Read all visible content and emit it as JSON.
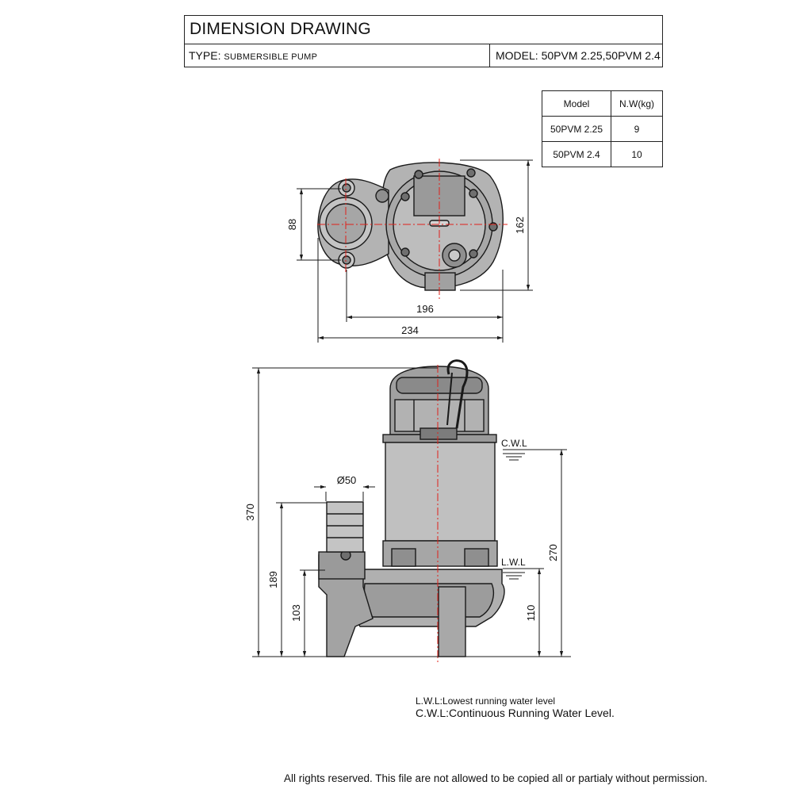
{
  "header": {
    "title": "DIMENSION DRAWING",
    "type_label": "TYPE:",
    "type_value": "SUBMERSIBLE PUMP",
    "model": "MODEL: 50PVM 2.25,50PVM 2.4"
  },
  "weight_table": {
    "headers": [
      "Model",
      "N.W(kg)"
    ],
    "rows": [
      {
        "model": "50PVM 2.25",
        "weight": "9"
      },
      {
        "model": "50PVM 2.4",
        "weight": "10"
      }
    ]
  },
  "dimensions": {
    "top_view": {
      "outlet_flange": "88",
      "total_depth": "162",
      "bolt_span": "196",
      "total_width": "234"
    },
    "side_view": {
      "outlet_diameter": "Ø50",
      "total_height": "370",
      "outlet_height": "189",
      "outlet_center": "103",
      "cwl_height": "270",
      "lwl_height": "110"
    }
  },
  "water_levels": {
    "cwl": "C.W.L",
    "lwl": "L.W.L"
  },
  "legend": {
    "lwl": "L.W.L:Lowest running water level",
    "cwl": "C.W.L:Continuous Running Water Level."
  },
  "footer": {
    "copyright": "All rights reserved. This file are not allowed to be copied all or partialy without permission."
  },
  "colors": {
    "line": "#1a1a1a",
    "body_fill": "#b8b8b8",
    "dark_fill": "#8f8f8f",
    "centerline": "#e0201a"
  }
}
